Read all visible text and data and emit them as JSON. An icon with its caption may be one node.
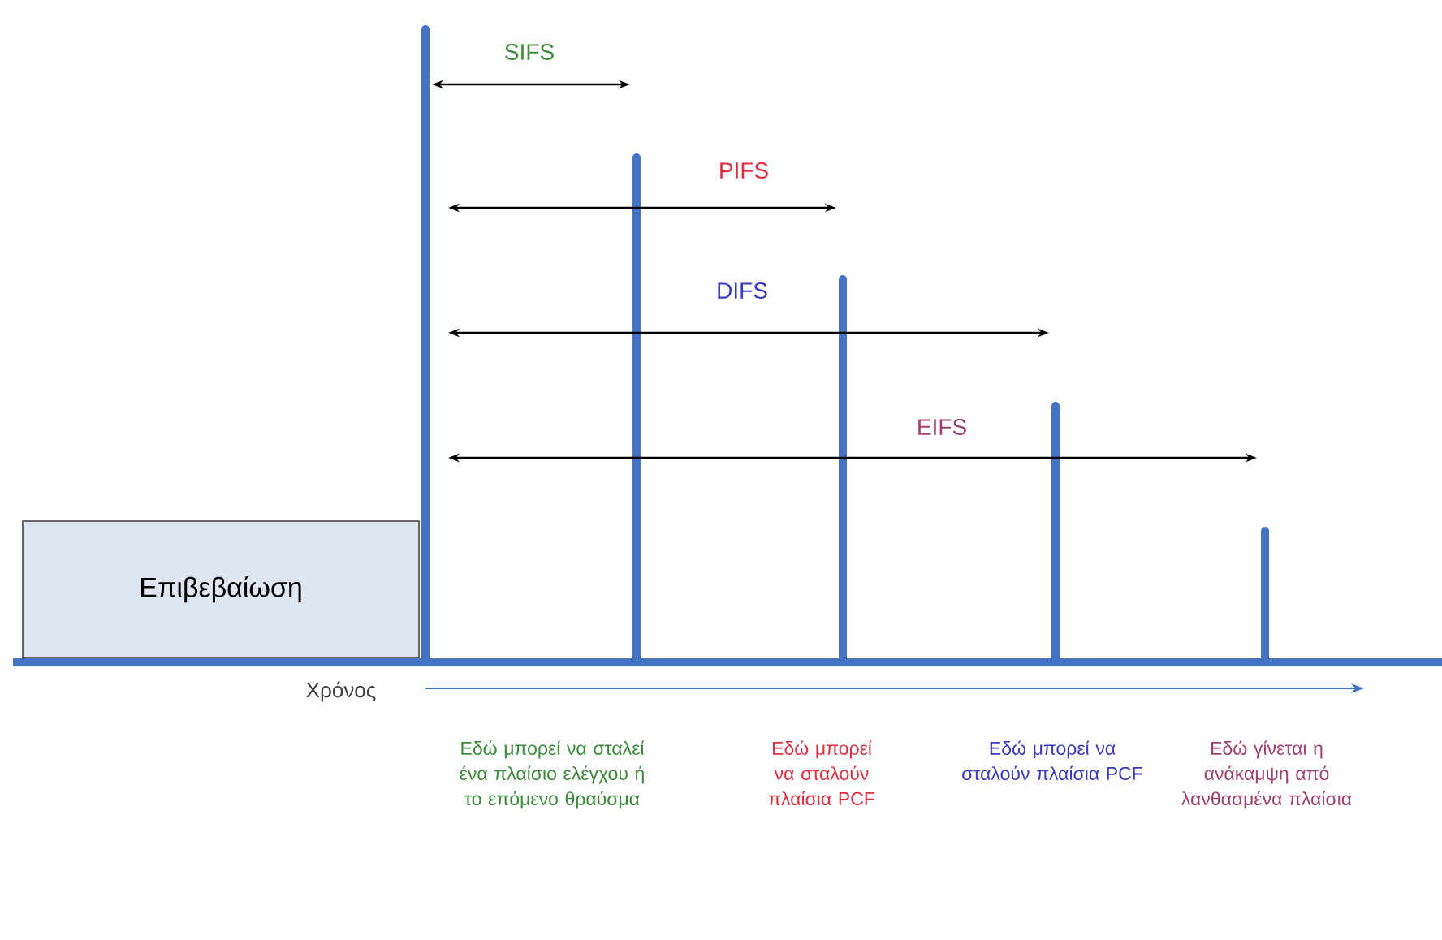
{
  "diagram": {
    "nodes": [
      {
        "text": [
          "Επιβεβαίωση"
        ]
      }
    ],
    "edges": [],
    "labels": [
      "SIFS",
      "PIFS",
      "DIFS",
      "EIFS",
      "Χρόνος",
      "Εδώ μπορεί να σταλεί ένα πλαίσιο ελέγχου ή το επόμενο θραύσμα",
      "Εδώ μπορεί να σταλούν πλαίσια PCF",
      "Εδώ μπορεί να σταλούν πλαίσια PCF",
      "Εδώ γίνεται η ανάκαμψη από λανθασμένα πλαίσια"
    ]
  }
}
